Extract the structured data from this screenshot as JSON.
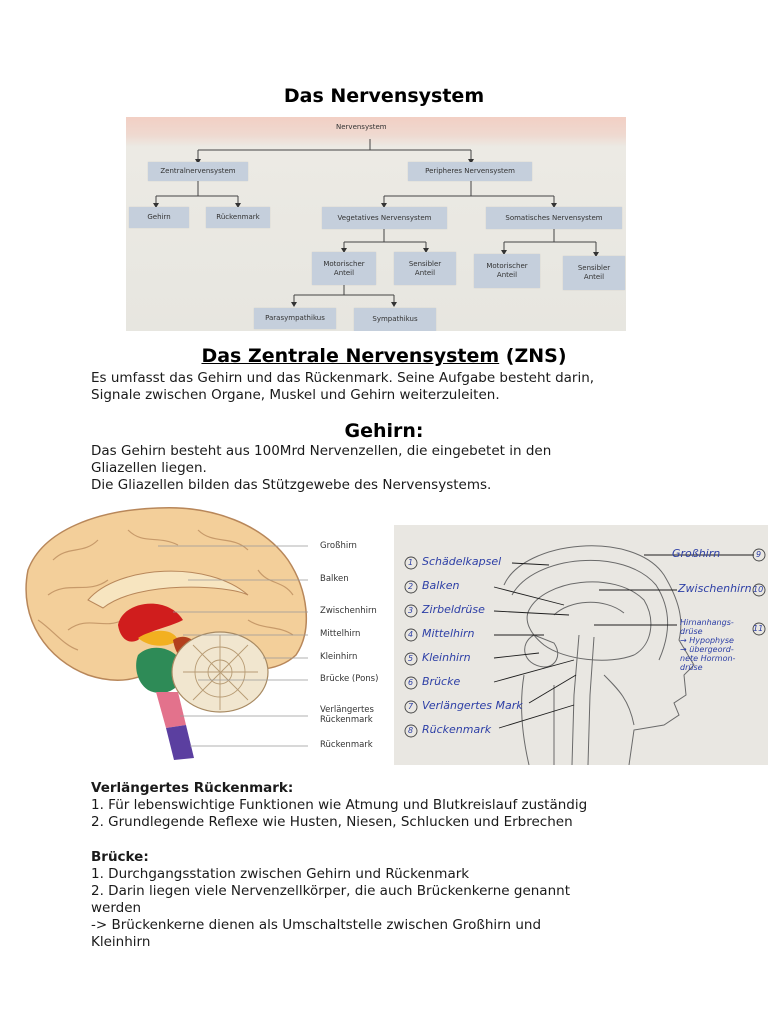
{
  "title": "Das Nervensystem",
  "flowchart": {
    "root": "Nervensystem",
    "zns": "Zentralnervensystem",
    "pns": "Peripheres Nervensystem",
    "gehirn": "Gehirn",
    "rueckenmark": "Rückenmark",
    "vegetativ": "Vegetatives Nervensystem",
    "somatisch": "Somatisches Nervensystem",
    "veg_motorisch_1": "Motorischer",
    "veg_motorisch_2": "Anteil",
    "veg_sensibel_1": "Sensibler",
    "veg_sensibel_2": "Anteil",
    "som_motorisch_1": "Motorischer",
    "som_motorisch_2": "Anteil",
    "som_sensibel_1": "Sensibler",
    "som_sensibel_2": "Anteil",
    "parasympathikus": "Parasympathikus",
    "sympathikus": "Sympathikus"
  },
  "zns": {
    "heading_main": "Das  Zentrale Nervensystem",
    "heading_abbr": " (ZNS)",
    "text_line1": "Es umfasst das Gehirn und das Rückenmark. Seine Aufgabe besteht darin,",
    "text_line2": "Signale zwischen Organe, Muskel und Gehirn weiterzuleiten."
  },
  "gehirn": {
    "heading": "Gehirn:",
    "text_line1": "Das Gehirn besteht aus 100Mrd Nervenzellen, die eingebetet in den",
    "text_line2": "Gliazellen liegen.",
    "text_line3": "Die Gliazellen bilden das Stützgewebe des Nervensystems."
  },
  "brain_left_labels": {
    "grosshirn": "Großhirn",
    "balken": "Balken",
    "zwischenhirn": "Zwischenhirn",
    "mittelhirn": "Mittelhirn",
    "kleinhirn": "Kleinhirn",
    "bruecke": "Brücke (Pons)",
    "verlaengertes_1": "Verlängertes",
    "verlaengertes_2": "Rückenmark",
    "rueckenmark": "Rückenmark"
  },
  "brain_right_labels": {
    "l1": "Schädelkapsel",
    "l2": "Balken",
    "l3": "Zirbeldrüse",
    "l4": "Mittelhirn",
    "l5": "Kleinhirn",
    "l6": "Brücke",
    "l7": "Verlängertes Mark",
    "l8": "Rückenmark",
    "r9": "Großhirn",
    "r10": "Zwischenhirn",
    "r11_1": "Hirnanhangs-",
    "r11_2": "drüse",
    "r11_3": "→ Hypophyse",
    "r11_4": "→ übergeord-",
    "r11_5": "nete Hormon-",
    "r11_6": "drüse",
    "n1": "1",
    "n2": "2",
    "n3": "3",
    "n4": "4",
    "n5": "5",
    "n6": "6",
    "n7": "7",
    "n8": "8",
    "n9": "9",
    "n10": "10",
    "n11": "11"
  },
  "verlaengertes": {
    "heading": "Verlängertes Rückenmark:",
    "item1": "1. Für lebenswichtige Funktionen wie Atmung und Blutkreislauf zuständig",
    "item2": "2. Grundlegende Reflexe wie Husten, Niesen, Schlucken und Erbrechen"
  },
  "bruecke": {
    "heading": "Brücke:",
    "item1": "1. Durchgangsstation zwischen Gehirn und Rückenmark",
    "item2_line1": "2. Darin liegen viele Nervenzellkörper, die auch Brückenkerne genannt",
    "item2_line2": "werden",
    "item3_line1": "-> Brückenkerne dienen als Umschaltstelle zwischen Großhirn und",
    "item3_line2": "Kleinhirn"
  },
  "colors": {
    "flowchart_box": "#c5cfdc",
    "handwriting": "#2d3fa6",
    "cortex": "#f3cf9a",
    "cerebellum": "#f1e6cf",
    "diencephalon": "#d01d1d",
    "brainstem_green": "#2e8b57",
    "spine_pink": "#e3728c",
    "spine_purple": "#5b3fa0"
  }
}
